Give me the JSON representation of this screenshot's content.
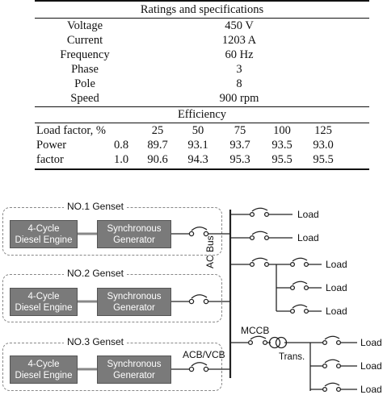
{
  "table": {
    "ratings_title": "Ratings and specifications",
    "specs": [
      {
        "label": "Voltage",
        "value": "450 V"
      },
      {
        "label": "Current",
        "value": "1203 A"
      },
      {
        "label": "Frequency",
        "value": "60 Hz"
      },
      {
        "label": "Phase",
        "value": "3"
      },
      {
        "label": "Pole",
        "value": "8"
      },
      {
        "label": "Speed",
        "value": "900 rpm"
      }
    ],
    "efficiency_title": "Efficiency",
    "load_factor_label": "Load factor, %",
    "load_factors": [
      "25",
      "50",
      "75",
      "100",
      "125"
    ],
    "power_factor_rows": [
      {
        "label": "Power",
        "pf": "0.8",
        "values": [
          "89.7",
          "93.1",
          "93.7",
          "93.5",
          "93.0"
        ]
      },
      {
        "label": "factor",
        "pf": "1.0",
        "values": [
          "90.6",
          "94.3",
          "95.3",
          "95.5",
          "95.5"
        ]
      }
    ]
  },
  "diagram": {
    "gensets": [
      {
        "title": "NO.1 Genset",
        "engine": [
          "4-Cycle",
          "Diesel Engine"
        ],
        "generator": [
          "Synchronous",
          "Generator"
        ]
      },
      {
        "title": "NO.2 Genset",
        "engine": [
          "4-Cycle",
          "Diesel Engine"
        ],
        "generator": [
          "Synchronous",
          "Generator"
        ]
      },
      {
        "title": "NO.3 Genset",
        "engine": [
          "4-Cycle",
          "Diesel Engine"
        ],
        "generator": [
          "Synchronous",
          "Generator"
        ]
      }
    ],
    "ac_bus_label": "AC Bus",
    "acb_label": "ACB/VCB",
    "mccb_label": "MCCB",
    "trans_label": "Trans.",
    "load_label": "Load"
  }
}
